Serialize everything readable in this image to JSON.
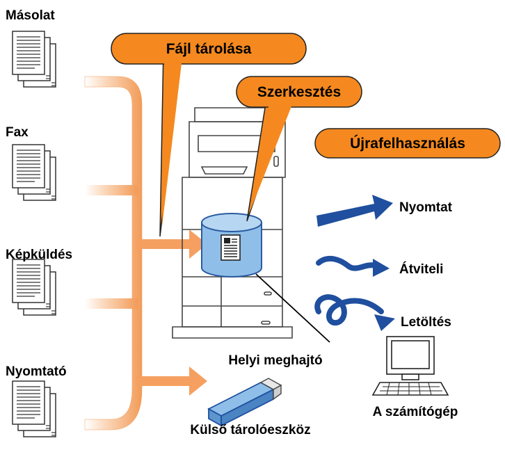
{
  "sources": {
    "copy": "Másolat",
    "fax": "Fax",
    "image_send": "Képküldés",
    "printer": "Nyomtató"
  },
  "callouts": {
    "file_storage": "Fájl tárolása",
    "edit": "Szerkesztés",
    "reuse": "Újrafelhasználás"
  },
  "outputs": {
    "print": "Nyomtat",
    "transfer": "Átviteli",
    "download": "Letöltés"
  },
  "labels": {
    "local_drive": "Helyi meghajtó",
    "computer": "A számítógép",
    "external_storage": "Külső tárolóeszköz"
  },
  "colors": {
    "callout_fill": "#f5891f",
    "flow_arrow_fill": "#f7c9a3",
    "cylinder_fill": "#8fbfe8",
    "blue_arrow": "#1f4f9e"
  }
}
